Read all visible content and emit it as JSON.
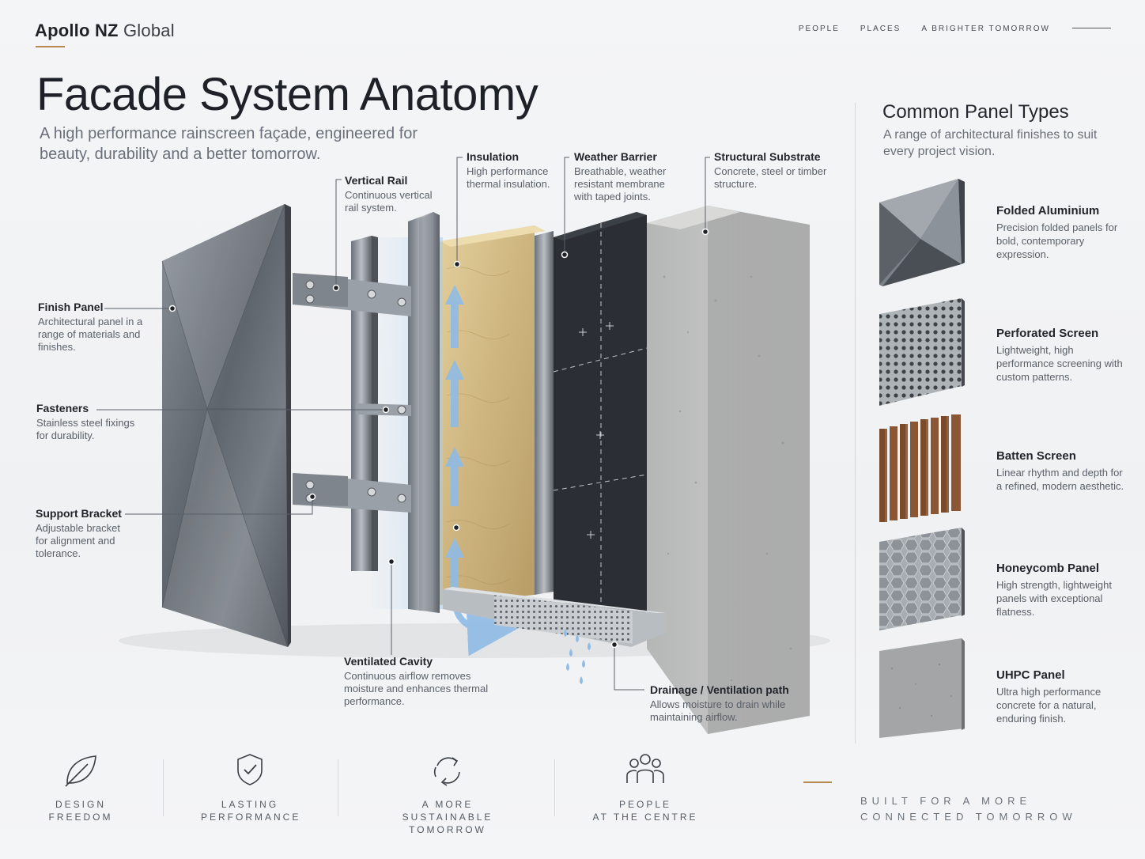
{
  "brand": {
    "name_bold": "Apollo NZ",
    "name_light": "Global"
  },
  "nav": [
    "PEOPLE",
    "PLACES",
    "A BRIGHTER TOMORROW"
  ],
  "title": "Facade System Anatomy",
  "subtitle": "A high performance rainscreen façade, engineered for beauty, durability and a better tomorrow.",
  "callouts": {
    "finish_panel": {
      "title": "Finish Panel",
      "desc": "Architectural panel in a range of materials and finishes."
    },
    "fasteners": {
      "title": "Fasteners",
      "desc": "Stainless steel fixings for durability."
    },
    "support_bracket": {
      "title": "Support Bracket",
      "desc": "Adjustable bracket for alignment and tolerance."
    },
    "vertical_rail": {
      "title": "Vertical Rail",
      "desc": "Continuous vertical rail system."
    },
    "insulation": {
      "title": "Insulation",
      "desc": "High performance thermal insulation."
    },
    "weather_barrier": {
      "title": "Weather Barrier",
      "desc": "Breathable, weather resistant membrane with taped joints."
    },
    "structural_substrate": {
      "title": "Structural Substrate",
      "desc": "Concrete, steel or timber structure."
    },
    "ventilated_cavity": {
      "title": "Ventilated Cavity",
      "desc": "Continuous airflow removes moisture and enhances thermal performance."
    },
    "drainage": {
      "title": "Drainage / Ventilation path",
      "desc": "Allows moisture to drain while maintaining airflow."
    }
  },
  "panel_types": {
    "title": "Common Panel Types",
    "subtitle": "A range of architectural finishes to suit every project vision.",
    "items": [
      {
        "title": "Folded Aluminium",
        "desc": "Precision folded panels for bold, contemporary expression."
      },
      {
        "title": "Perforated Screen",
        "desc": "Lightweight, high performance screening with custom patterns."
      },
      {
        "title": "Batten Screen",
        "desc": "Linear rhythm and depth for a refined, modern aesthetic."
      },
      {
        "title": "Honeycomb Panel",
        "desc": "High strength, lightweight panels with exceptional flatness."
      },
      {
        "title": "UHPC Panel",
        "desc": "Ultra high performance concrete for a natural, enduring finish."
      }
    ]
  },
  "features": [
    {
      "line1": "DESIGN",
      "line2": "FREEDOM",
      "icon": "leaf-icon"
    },
    {
      "line1": "LASTING",
      "line2": "PERFORMANCE",
      "icon": "shield-check-icon"
    },
    {
      "line1": "A MORE",
      "line2": "SUSTAINABLE TOMORROW",
      "icon": "recycle-icon"
    },
    {
      "line1": "PEOPLE",
      "line2": "AT THE CENTRE",
      "icon": "people-icon"
    }
  ],
  "tagline": {
    "line1": "BUILT FOR A MORE",
    "line2": "CONNECTED TOMORROW"
  },
  "colors": {
    "accent": "#b8894e",
    "text_dark": "#1e2228",
    "text_muted": "#6a707a"
  }
}
